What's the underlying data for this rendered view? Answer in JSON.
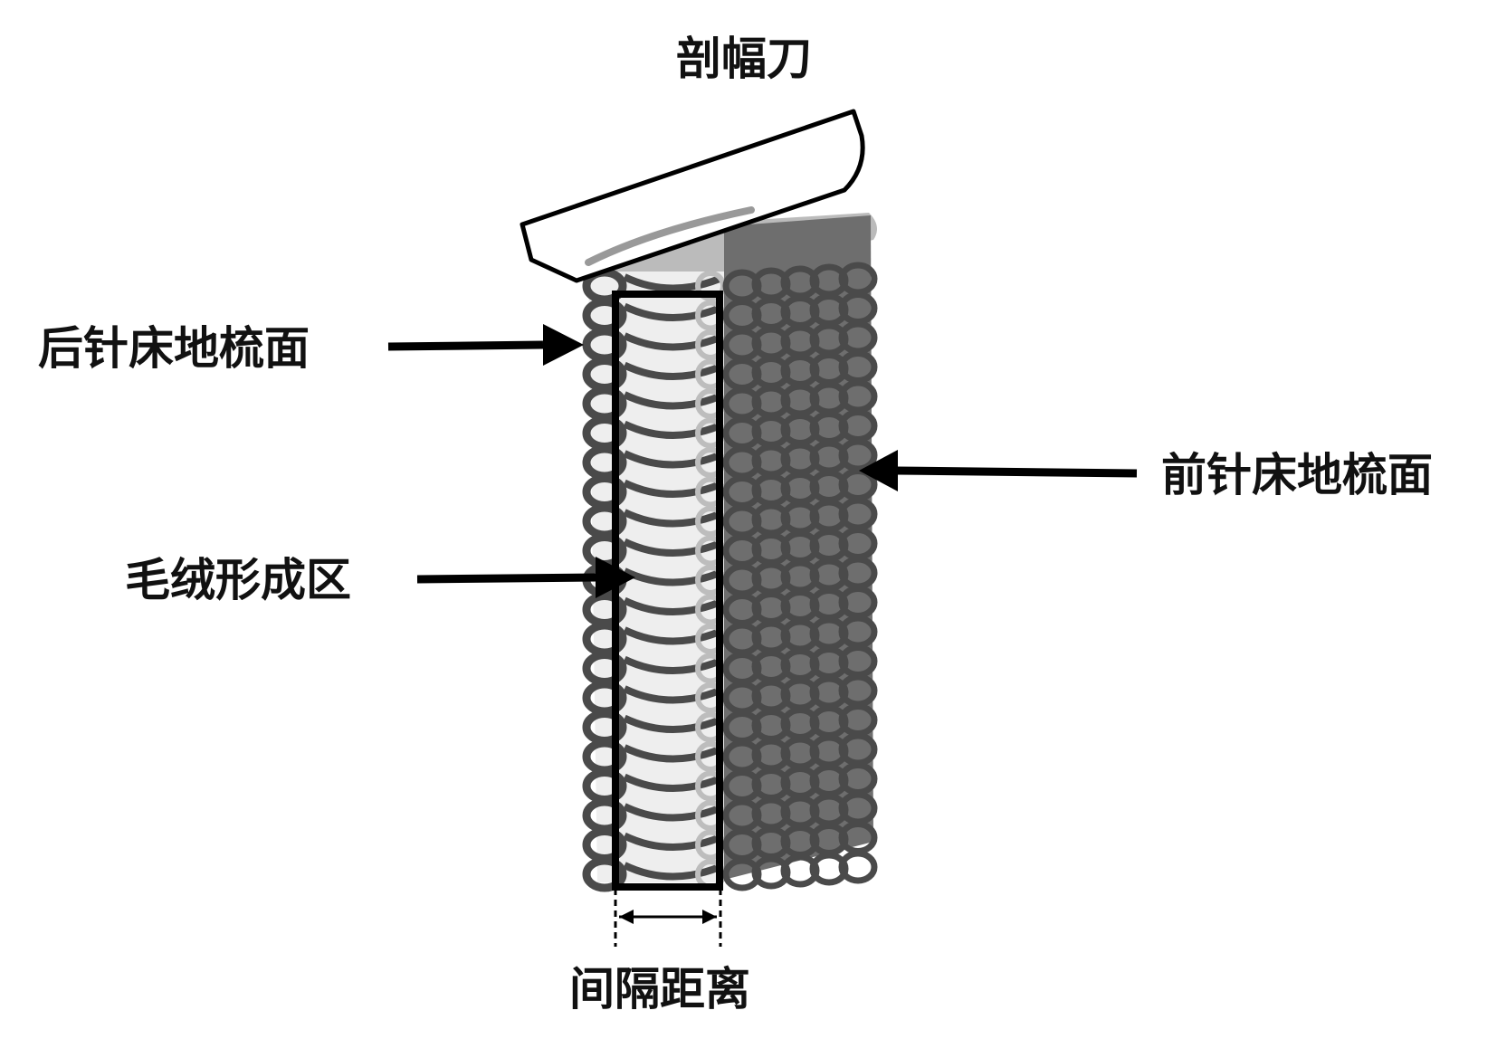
{
  "labels": {
    "blade": "剖幅刀",
    "back_bar": "后针床地梳面",
    "front_bar": "前针床地梳面",
    "pile_zone": "毛绒形成区",
    "spacing": "间隔距离"
  },
  "colors": {
    "ink": "#000000",
    "yarn_dark": "#4a4a4a",
    "yarn_mid": "#6e6e6e",
    "yarn_light": "#bdbdbd"
  }
}
